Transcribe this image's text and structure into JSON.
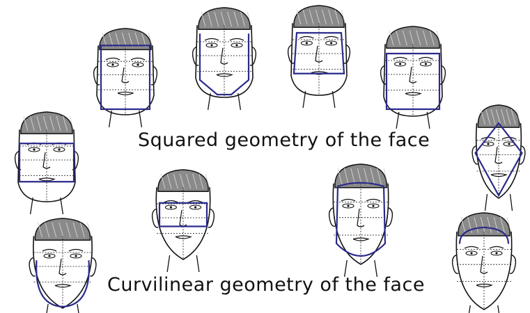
{
  "captions": {
    "squared": "Squared geometry of the face",
    "curvilinear": "Curvilinear geometry of the face"
  },
  "colors": {
    "outline": "#111111",
    "geometry": "#2a2a8a",
    "hair": "#8a8a8a",
    "background": "#ffffff"
  },
  "faces": [
    {
      "shape": "rect-tall",
      "group": "squared"
    },
    {
      "shape": "trapezoid-chin",
      "group": "squared"
    },
    {
      "shape": "trapezoid-wide",
      "group": "squared"
    },
    {
      "shape": "rect-square",
      "group": "squared"
    },
    {
      "shape": "rect-low",
      "group": "squared"
    },
    {
      "shape": "diamond",
      "group": "squared"
    },
    {
      "shape": "oval-small",
      "group": "curvilinear"
    },
    {
      "shape": "oval-long",
      "group": "curvilinear"
    },
    {
      "shape": "round",
      "group": "curvilinear"
    },
    {
      "shape": "oval-pear",
      "group": "curvilinear"
    }
  ]
}
